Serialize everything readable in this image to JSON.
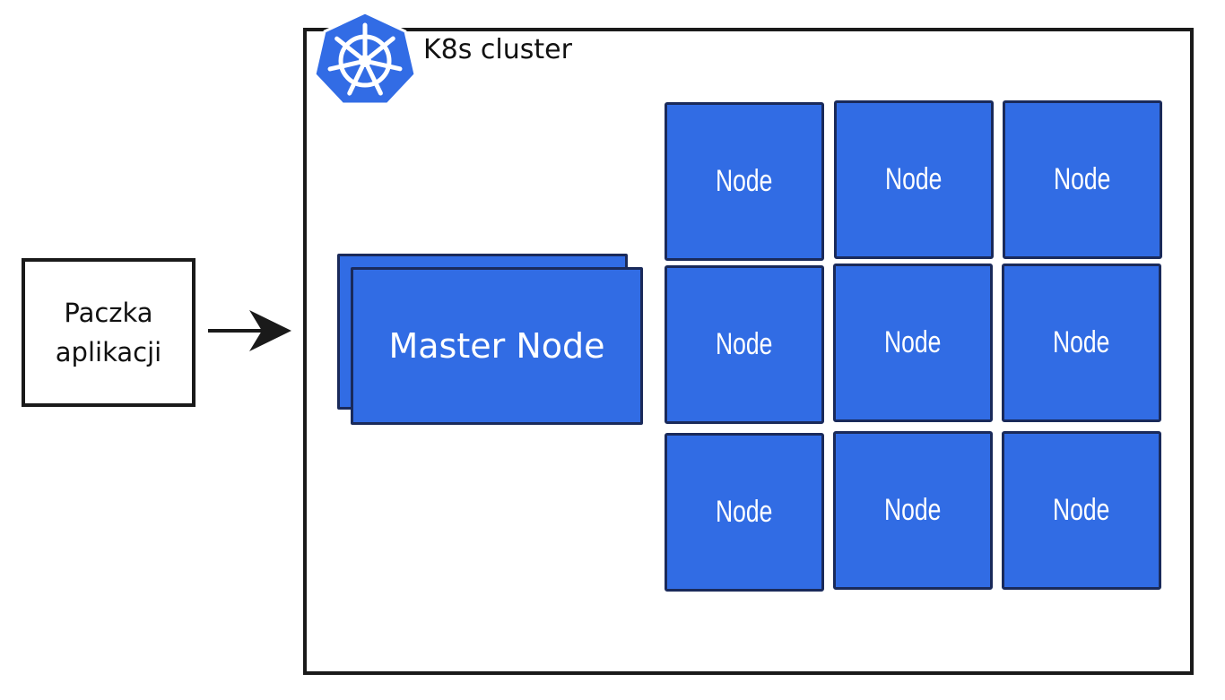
{
  "package": {
    "label": "Paczka\naplikacji"
  },
  "cluster": {
    "title": "K8s cluster",
    "logo_icon": "kubernetes-helm-icon",
    "logo_color": "#326ce5"
  },
  "master": {
    "label": "Master Node"
  },
  "nodes": [
    {
      "label": "Node"
    },
    {
      "label": "Node"
    },
    {
      "label": "Node"
    },
    {
      "label": "Node"
    },
    {
      "label": "Node"
    },
    {
      "label": "Node"
    },
    {
      "label": "Node"
    },
    {
      "label": "Node"
    },
    {
      "label": "Node"
    }
  ],
  "colors": {
    "node_fill": "#316ce4",
    "node_border": "#1a2a5a",
    "outline": "#1a1a1a"
  }
}
